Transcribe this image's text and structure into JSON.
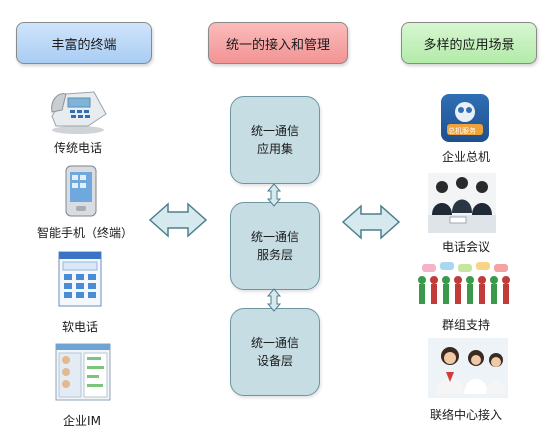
{
  "headers": {
    "left": "丰富的终端",
    "middle": "统一的接入和管理",
    "right": "多样的应用场景"
  },
  "layers": [
    {
      "line1": "统一通信",
      "line2": "应用集"
    },
    {
      "line1": "统一通信",
      "line2": "服务层"
    },
    {
      "line1": "统一通信",
      "line2": "设备层"
    }
  ],
  "terminals": [
    {
      "label": "传统电话",
      "icon": "desk-phone-icon"
    },
    {
      "label": "智能手机（终端）",
      "icon": "smartphone-icon"
    },
    {
      "label": "软电话",
      "icon": "softphone-icon"
    },
    {
      "label": "企业IM",
      "icon": "im-window-icon"
    }
  ],
  "scenarios": [
    {
      "label": "企业总机",
      "icon": "switchboard-app-icon",
      "icon_text": "总机服务"
    },
    {
      "label": "电话会议",
      "icon": "meeting-photo-icon"
    },
    {
      "label": "群组支持",
      "icon": "group-people-icon"
    },
    {
      "label": "联络中心接入",
      "icon": "call-center-photo-icon"
    }
  ],
  "colors": {
    "left_header": "#b9d7f6",
    "middle_header": "#f5a5a5",
    "right_header": "#c3f0bb",
    "layer_fill": "#c6dde3",
    "arrow_fill": "#d6e9ee",
    "arrow_stroke": "#4f7f8c"
  }
}
